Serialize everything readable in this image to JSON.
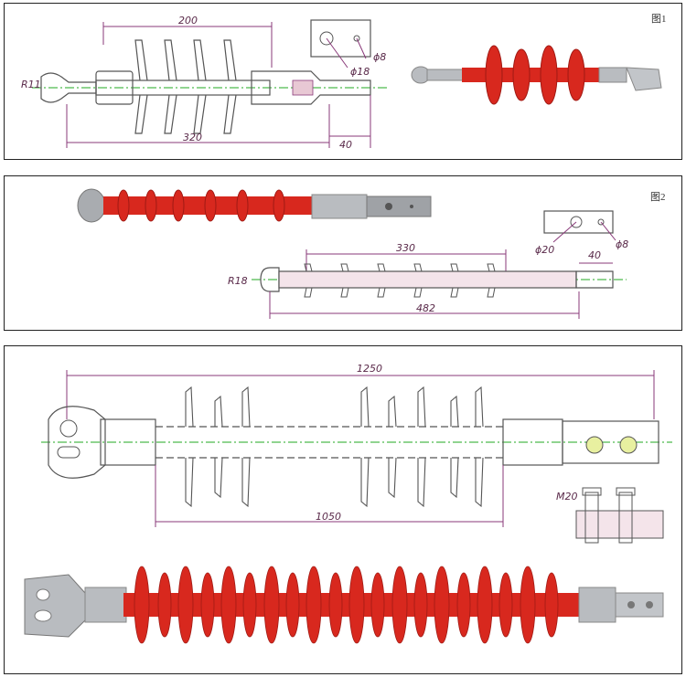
{
  "figure1": {
    "label": "图1",
    "dim_top": "200",
    "dim_bottom": "320",
    "dim_right": "40",
    "dim_radius": "R11",
    "dim_hole": "ϕ18",
    "dim_pin": "ϕ8"
  },
  "figure2": {
    "label": "图2",
    "dim_top": "330",
    "dim_bottom": "482",
    "dim_right": "40",
    "dim_radius": "R18",
    "dim_hole": "ϕ20",
    "dim_pin": "ϕ8"
  },
  "figure3": {
    "dim_top": "1250",
    "dim_bottom": "1050",
    "dim_bolt": "M20"
  },
  "colors": {
    "insulator_red": "#d8281e",
    "metal_gray": "#b9bcc0",
    "drawing_line": "#555555",
    "dimension_line": "#8a3a7a",
    "centerline": "#22aa22"
  }
}
